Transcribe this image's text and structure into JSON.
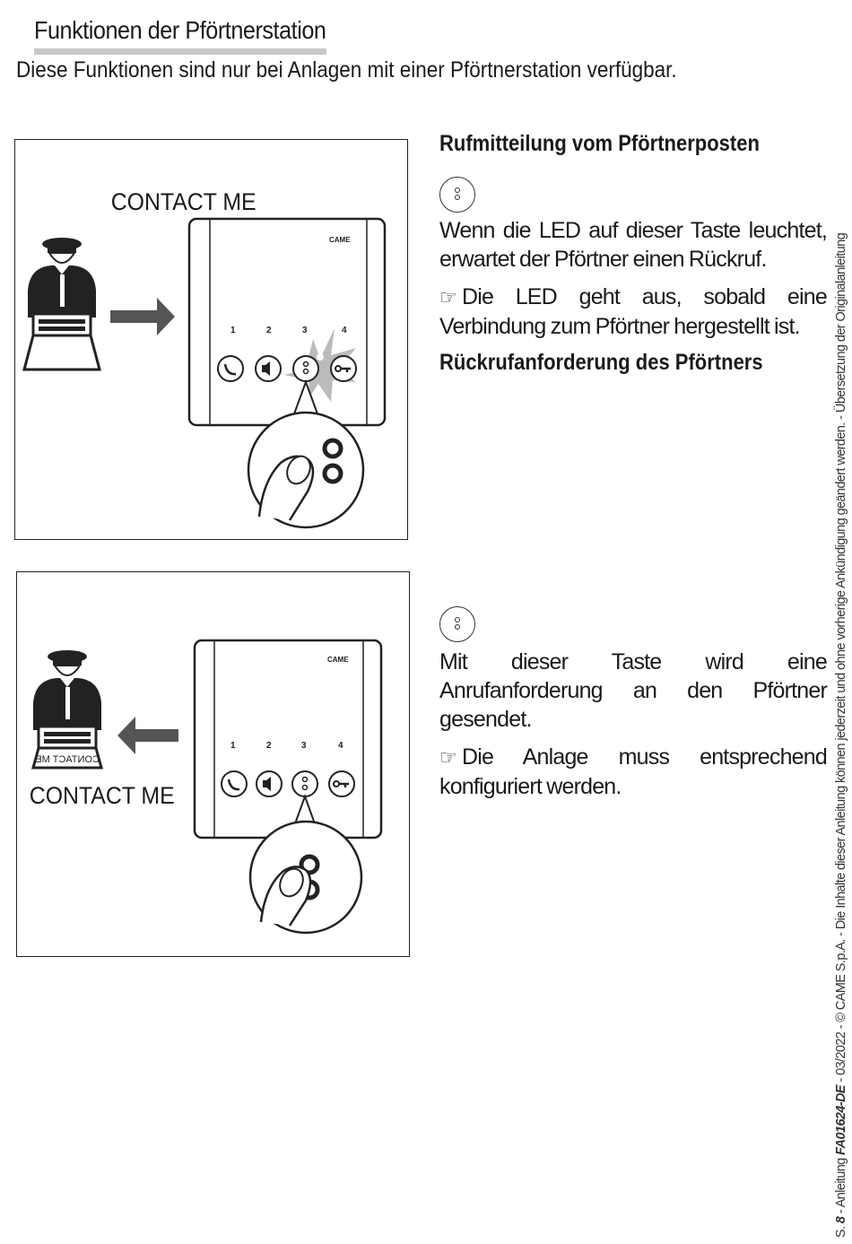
{
  "header": {
    "title": "Funktionen der Pförtnerstation",
    "intro": "Diese Funktionen sind nur bei Anlagen mit einer Pförtnerstation verfügbar."
  },
  "figure1": {
    "label": "CONTACT ME",
    "brand": "CAME",
    "key_numbers": [
      "1",
      "2",
      "3",
      "4"
    ]
  },
  "figure2": {
    "label": "CONTACT ME",
    "brand": "CAME",
    "key_numbers": [
      "1",
      "2",
      "3",
      "4"
    ]
  },
  "section1": {
    "title": "Rufmitteilung vom Pförtnerposten",
    "icon": "contact-me-button-icon",
    "text": "Wenn die LED auf dieser Taste leuchtet, erwartet der Pförtner einen Rückruf.",
    "note": "Die LED geht aus, sobald eine Verbindung zum Pförtner hergestellt ist."
  },
  "section2": {
    "title": "Rückrufanforderung des Pförtners",
    "icon": "contact-me-button-icon",
    "text": "Mit dieser Taste wird eine Anrufanforderung an den Pförtner gesendet.",
    "note": "Die Anlage muss entsprechend konfiguriert werden."
  },
  "footer": {
    "page_prefix": "S. ",
    "page_number": "8",
    "manual_label": " - Anleitung ",
    "doc_code": "FA01624-DE",
    "rest": " - 03/2022 - © CAME S.p.A. - Die Inhalte dieser Anleitung können jederzeit und ohne vorherige Ankündigung geändert werden. - Übersetzung der Originalanleitung"
  }
}
